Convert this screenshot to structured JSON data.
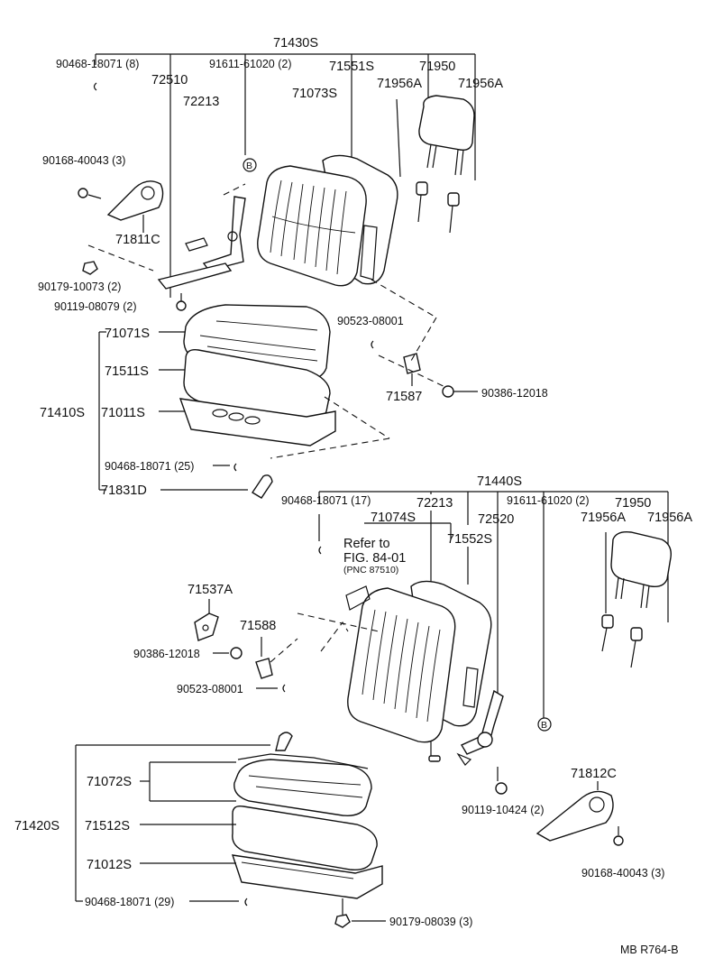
{
  "diagram_code": "MB R764-B",
  "ref_marker": "B",
  "front_seat": {
    "assembly_back": "71430S",
    "assembly_cushion": "71410S",
    "parts": {
      "p1": "90468-18071 (8)",
      "p2": "72510",
      "p3": "91611-61020 (2)",
      "p4": "71551S",
      "p5": "71950",
      "p6": "72213",
      "p7": "71073S",
      "p8": "71956A",
      "p9": "71956A",
      "p10": "90168-40043 (3)",
      "p11": "71811C",
      "p12": "90179-10073 (2)",
      "p13": "90119-08079 (2)",
      "p14": "90523-08001",
      "p15": "71071S",
      "p16": "71511S",
      "p17": "71011S",
      "p18": "71587",
      "p19": "90386-12018",
      "p20": "90468-18071 (25)",
      "p21": "71831D"
    }
  },
  "rear_seat": {
    "assembly_back": "71440S",
    "assembly_cushion": "71420S",
    "parts": {
      "p1": "90468-18071 (17)",
      "p2": "72213",
      "p3": "91611-61020 (2)",
      "p4": "71950",
      "p5": "71074S",
      "p6": "72520",
      "p7": "71956A",
      "p8": "71956A",
      "p9": "71552S",
      "p10": "71537A",
      "p11": "71588",
      "p12": "90386-12018",
      "p13": "90523-08001",
      "p14": "71812C",
      "p15": "90119-10424 (2)",
      "p16": "90168-40043 (3)",
      "p17": "71072S",
      "p18": "71512S",
      "p19": "71012S",
      "p20": "90468-18071 (29)",
      "p21": "90179-08039 (3)"
    }
  },
  "reference_note": {
    "line1": "Refer to",
    "line2": "FIG. 84-01",
    "line3": "(PNC 87510)"
  }
}
